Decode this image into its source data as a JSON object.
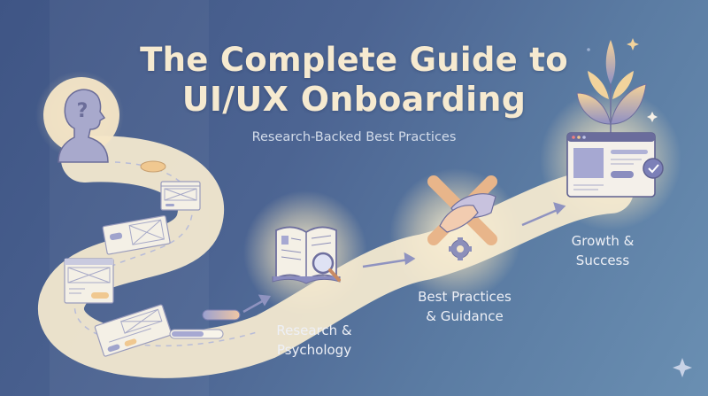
{
  "title": {
    "line1": "The Complete Guide to",
    "line2": "UI/UX Onboarding",
    "subtitle": "Research-Backed Best Practices"
  },
  "journey": {
    "start": {
      "icon": "user-question-icon"
    },
    "path_icons": [
      "pill-button-icon",
      "wireframe-window-icon",
      "wireframe-card-icon",
      "wireframe-browser-icon",
      "wireframe-form-icon",
      "progress-bar-icon",
      "toggle-pill-icon"
    ],
    "stages": [
      {
        "label_line1": "Research &",
        "label_line2": "Psychology",
        "icon": "book-magnifier-icon"
      },
      {
        "label_line1": "Best Practices",
        "label_line2": "& Guidance",
        "icon": "hands-gear-icon"
      },
      {
        "label_line1": "Growth &",
        "label_line2": "Success",
        "icon": "plant-browser-check-icon"
      }
    ]
  },
  "colors": {
    "background_start": "#3f5585",
    "background_end": "#6a8fb2",
    "path": "#f7ecd0",
    "title_text": "#f6ead0",
    "accent_orange": "#f0c890",
    "accent_purple": "#8890c0"
  },
  "decorations": {
    "corner_sparkle": "sparkle-icon"
  }
}
